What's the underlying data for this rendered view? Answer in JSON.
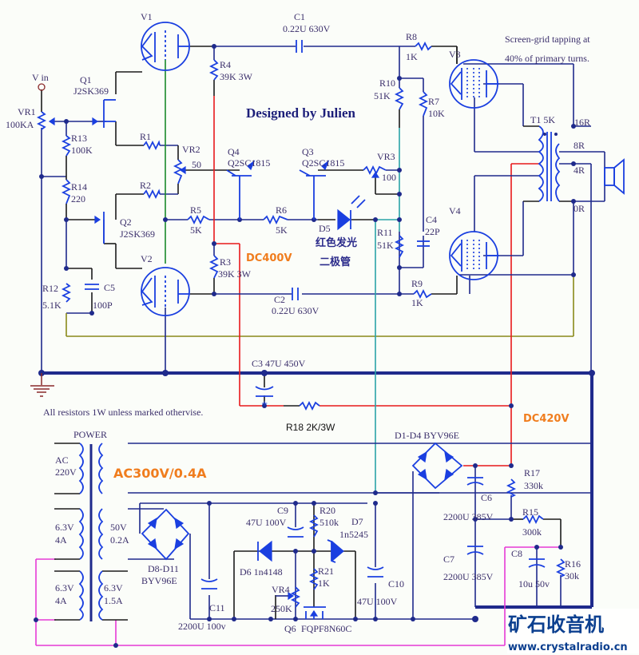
{
  "title": "Designed by Julien",
  "notes": {
    "screen_grid_line1": "Screen-grid tapping at",
    "screen_grid_line2": "40% of primary turns.",
    "resistors": "All resistors 1W unless marked othervise.",
    "power": "POWER"
  },
  "voltages": {
    "dc400": "DC400V",
    "dc420": "DC420V",
    "ac300": "AC300V/0.4A"
  },
  "input": {
    "label": "V in"
  },
  "tubes": {
    "v1": "V1",
    "v2": "V2",
    "v3": "V3",
    "v4": "V4"
  },
  "transistors": {
    "q1_name": "Q1",
    "q1_part": "J2SK369",
    "q2_name": "Q2",
    "q2_part": "J2SK369",
    "q3_name": "Q3",
    "q3_part": "Q2SC1815",
    "q4_name": "Q4",
    "q4_part": "Q2SC1815",
    "q6_name": "Q6",
    "q6_part": "FQPF8N60C"
  },
  "resistors": {
    "vr1_name": "VR1",
    "vr1_value": "100KA",
    "r13_name": "R13",
    "r13_value": "100K",
    "r14_name": "R14",
    "r14_value": "220",
    "r12_name": "R12",
    "r12_value": "5.1K",
    "r1_name": "R1",
    "r2_name": "R2",
    "vr2_name": "VR2",
    "vr2_value": "50",
    "r4_name": "R4",
    "r4_value": "39K 3W",
    "r3_name": "R3",
    "r3_value": "39K 3W",
    "r5_name": "R5",
    "r5_value": "5K",
    "r6_name": "R6",
    "r6_value": "5K",
    "vr3_name": "VR3",
    "vr3_value": "100",
    "r10_name": "R10",
    "r10_value": "51K",
    "r11_name": "R11",
    "r11_value": "51K",
    "r7_name": "R7",
    "r7_value": "10K",
    "r8_name": "R8",
    "r8_value": "1K",
    "r9_name": "R9",
    "r9_value": "1K",
    "r18_label": "R18 2K/3W",
    "r17_name": "R17",
    "r17_value": "330k",
    "r15_name": "R15",
    "r15_value": "300k",
    "r16_name": "R16",
    "r16_value": "30k",
    "r20_name": "R20",
    "r20_value": "510k",
    "r21_name": "R21",
    "r21_value": "1K",
    "vr4_name": "VR4",
    "vr4_value": "250K"
  },
  "capacitors": {
    "c1_name": "C1",
    "c1_value": "0.22U 630V",
    "c2_name": "C2",
    "c2_value": "0.22U 630V",
    "c3_label": "C3  47U 450V",
    "c4_name": "C4",
    "c4_value": "22P",
    "c5_name": "C5",
    "c5_value": "100P",
    "c6_name": "C6",
    "c6_value": "2200U 385V",
    "c7_name": "C7",
    "c7_value": "2200U 385V",
    "c8_name": "C8",
    "c8_value": "10u 50v",
    "c9_name": "C9",
    "c9_value": "47U 100V",
    "c10_name": "C10",
    "c10_value": "47U 100V",
    "c11_name": "C11",
    "c11_value": "2200U 100v"
  },
  "diodes": {
    "d5_name": "D5",
    "d5_desc_line1": "红色发光",
    "d5_desc_line2": "二极管",
    "d1_d4": "D1-D4  BYV96E",
    "d8_d11_name": "D8-D11",
    "d8_d11_part": "BYV96E",
    "d6": "D6 1n4148",
    "d7_name": "D7",
    "d7_part": "1n5245"
  },
  "output_transformer": {
    "name": "T1 5K",
    "taps": [
      "16R",
      "8R",
      "4R",
      "0R"
    ]
  },
  "power_transformer": {
    "primary_line1": "AC",
    "primary_line2": "220V",
    "heater1_line1": "6.3V",
    "heater1_line2": "4A",
    "heater2_line1": "6.3V",
    "heater2_line2": "4A",
    "sec_50v_line1": "50V",
    "sec_50v_line2": "0.2A",
    "sec_6v_line1": "6.3V",
    "sec_6v_line2": "1.5A"
  },
  "watermark": {
    "cn": "矿石收音机",
    "url": "www.crystalradio.cn"
  }
}
